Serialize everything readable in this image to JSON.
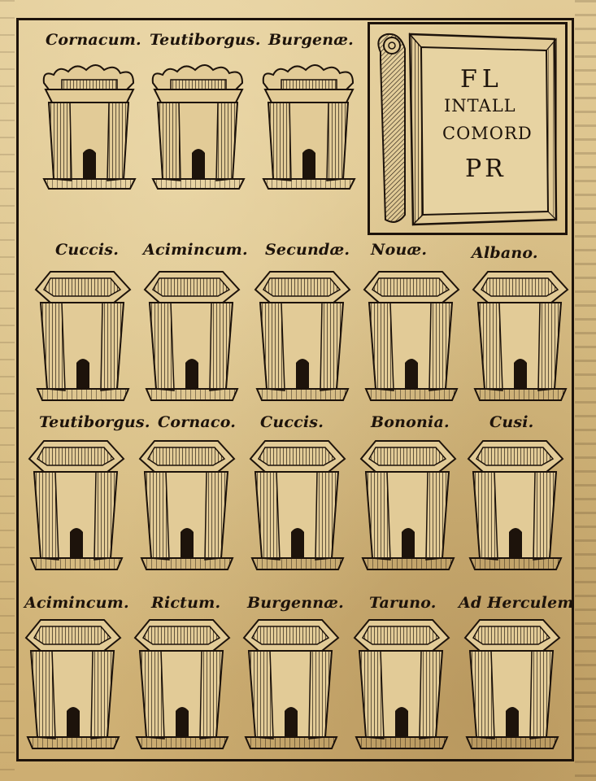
{
  "woodcut": {
    "rows": [
      {
        "labels": [
          "Cornacum.",
          "Teutiborgus.",
          "Burgenæ."
        ]
      },
      {
        "labels": [
          "Cuccis.",
          "Acimincum.",
          "Secundæ.",
          "Nouæ.",
          "Albano."
        ]
      },
      {
        "labels": [
          "Teutiborgus.",
          "Cornaco.",
          "Cuccis.",
          "Bononia.",
          "Cusi."
        ]
      },
      {
        "labels": [
          "Acimincum.",
          "Rictum.",
          "Burgennæ.",
          "Taruno.",
          "Ad Herculem"
        ]
      }
    ],
    "book": {
      "lines": [
        "FL",
        "INTALL",
        "COMORD",
        "PR"
      ]
    }
  },
  "colors": {
    "paper": "#d9c08a",
    "ink": "#1d130b"
  }
}
